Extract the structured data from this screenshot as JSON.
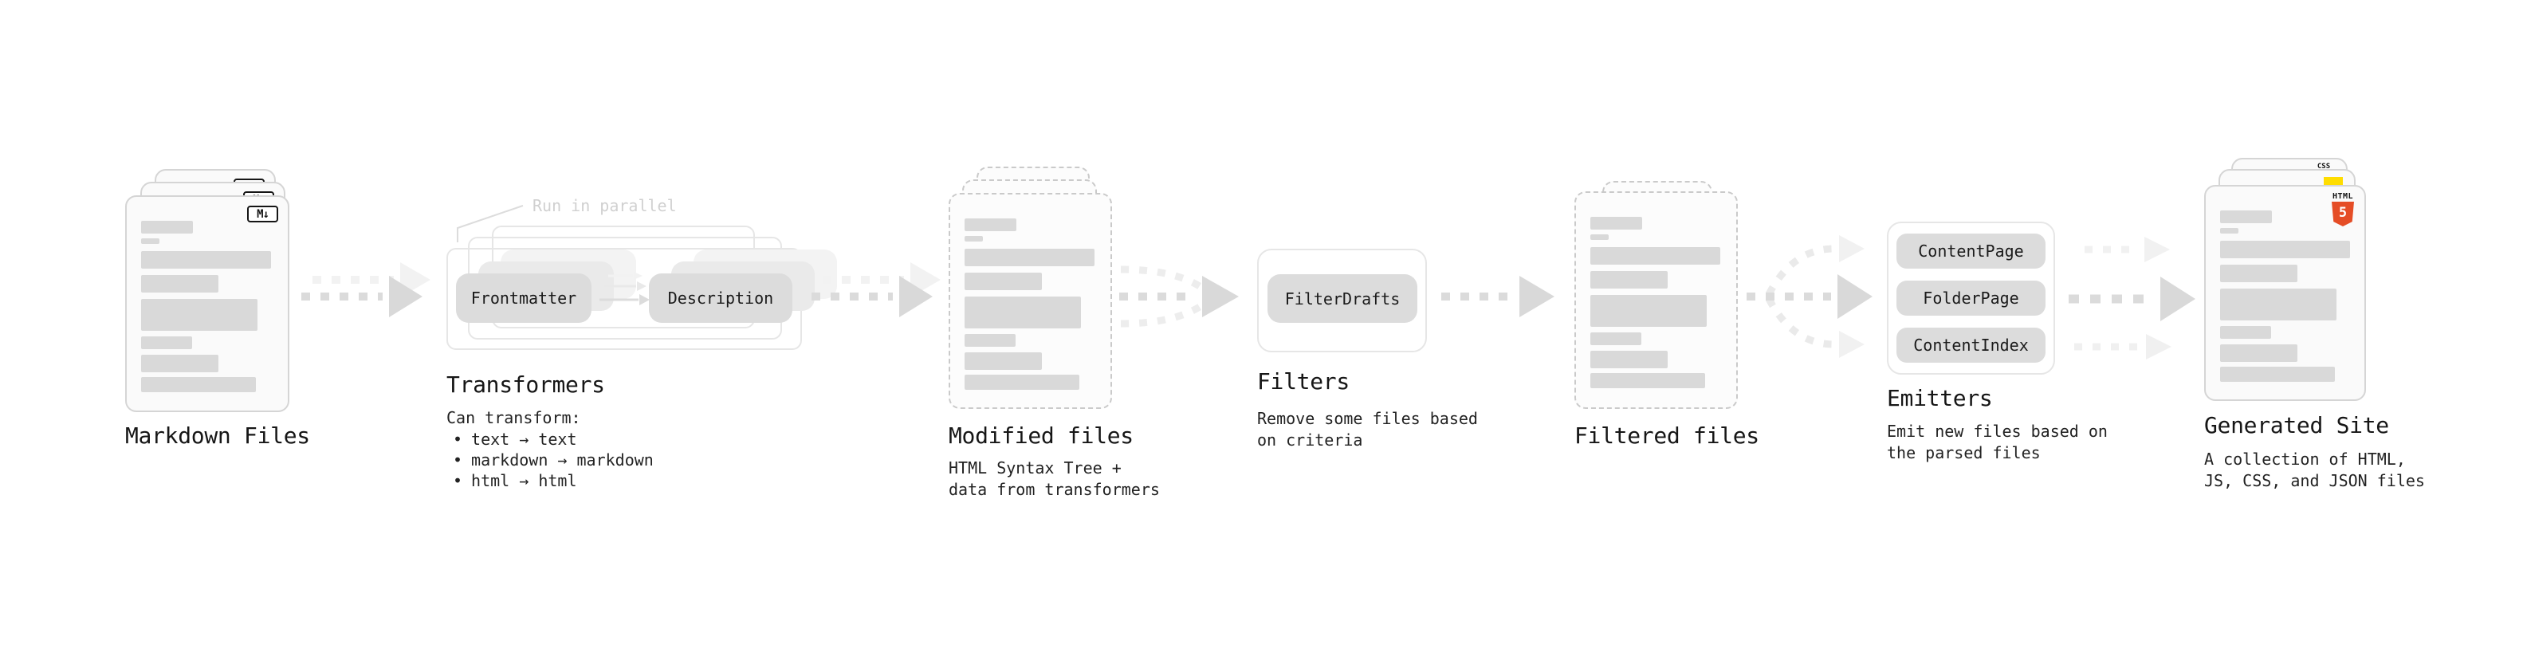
{
  "diagram": {
    "background": "#ffffff",
    "bullet": "•",
    "colors": {
      "card_fill": "#fafafa",
      "placeholder_bar": "#d9d9d9",
      "pill_fill": "#dcdcdc",
      "outline": "#e6e6e6",
      "arrow_dark": "#dbdbdb",
      "arrow_light": "#f1f1f1",
      "note_gray": "#d0d0d0",
      "css_blue": "#2962ff",
      "js_yellow": "#ffdd00",
      "html_orange": "#e54d26"
    },
    "sections": {
      "markdown_files": {
        "title": "Markdown Files",
        "file_icon": "M↓"
      },
      "transformers": {
        "title": "Transformers",
        "note": "Run in parallel",
        "source_pill": "Frontmatter",
        "target_pill": "Description",
        "heading": "Can transform:",
        "bullets": [
          "text → text",
          "markdown → markdown",
          "html → html"
        ]
      },
      "modified_files": {
        "title": "Modified files",
        "subtitle": [
          "HTML Syntax Tree +",
          "data from transformers"
        ]
      },
      "filters": {
        "title": "Filters",
        "pill": "FilterDrafts",
        "subtitle": [
          "Remove some files based",
          "on criteria"
        ]
      },
      "filtered_files": {
        "title": "Filtered files"
      },
      "emitters": {
        "title": "Emitters",
        "pills": [
          "ContentPage",
          "FolderPage",
          "ContentIndex"
        ],
        "subtitle": [
          "Emit new files based on",
          "the parsed files"
        ]
      },
      "generated_site": {
        "title": "Generated Site",
        "subtitle": [
          "A collection of HTML,",
          "JS, CSS, and JSON files"
        ],
        "badges": {
          "html_label": "HTML",
          "html_number": "5",
          "css_label": "CSS"
        }
      }
    }
  }
}
